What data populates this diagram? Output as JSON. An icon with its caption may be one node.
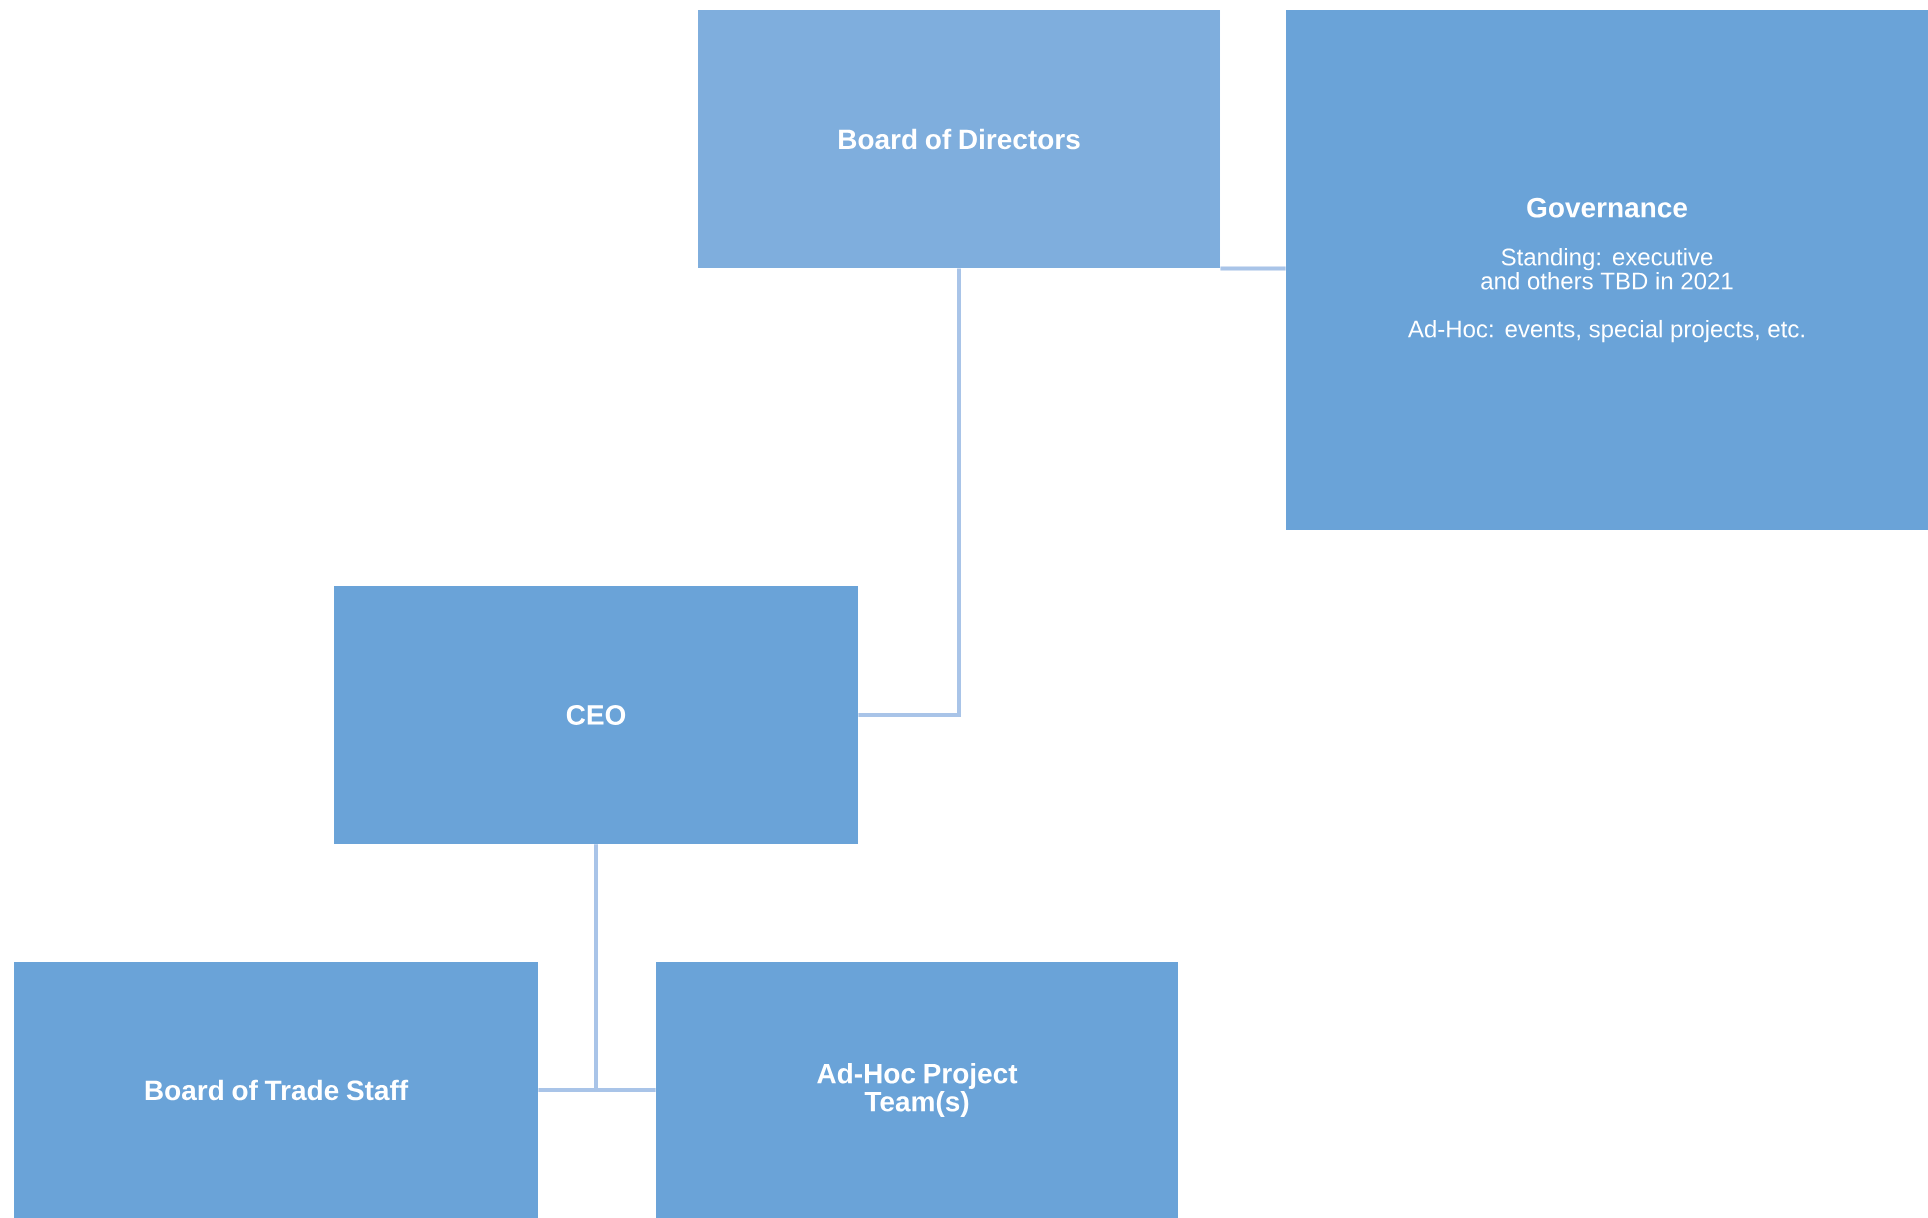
{
  "diagram": {
    "nodes": [
      {
        "text": [
          "Board of Directors"
        ]
      },
      {
        "text": [
          "Governance",
          "Standing: executive and others TBD in 2021",
          "Ad-Hoc: events, special projects, etc."
        ]
      },
      {
        "text": [
          "CEO"
        ]
      },
      {
        "text": [
          "Board of Trade Staff"
        ]
      },
      {
        "text": [
          "Ad-Hoc Project Team(s)"
        ]
      }
    ],
    "edges": [
      {
        "from": 0,
        "to": 1,
        "arrow": "none"
      },
      {
        "from": 0,
        "to": 2,
        "arrow": "none"
      },
      {
        "from": 2,
        "to": 3,
        "arrow": "none"
      },
      {
        "from": 2,
        "to": 4,
        "arrow": "none"
      }
    ]
  }
}
